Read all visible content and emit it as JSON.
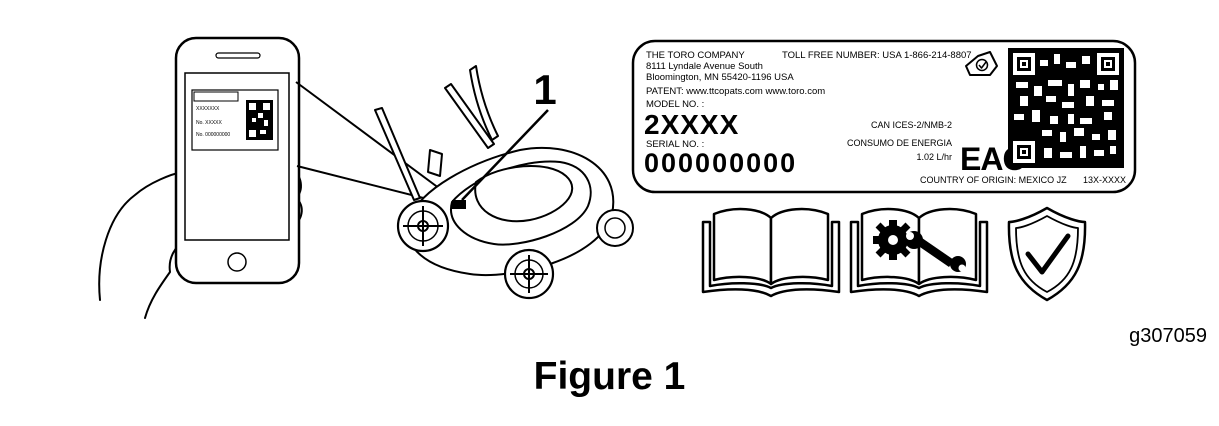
{
  "callout": "1",
  "phone_label": {
    "line1": "XXXXXXX",
    "line2": "No. XXXXX",
    "line3": "No. 000000000"
  },
  "plate": {
    "company": "THE TORO COMPANY",
    "street": "8111 Lyndale Avenue South",
    "city": "Bloomington, MN 55420-1196 USA",
    "patent": "PATENT:  www.ttcopats.com      www.toro.com",
    "toll_free": "TOLL FREE NUMBER: USA 1-866-214-8807",
    "model_label": "MODEL NO. :",
    "model_value": "2XXXX",
    "serial_label": "SERIAL NO. :",
    "serial_value": "000000000",
    "ices": "CAN ICES-2/NMB-2",
    "consumo": "CONSUMO DE ENERGIA",
    "rate": "1.02 L/hr",
    "eac": "EAC",
    "origin": "COUNTRY OF ORIGIN: MEXICO  JZ",
    "part_code": "13X-XXXX"
  },
  "icons": [
    "operator-manual-icon",
    "service-manual-icon",
    "warranty-shield-icon"
  ],
  "figure_code": "g307059",
  "caption": "Figure 1"
}
